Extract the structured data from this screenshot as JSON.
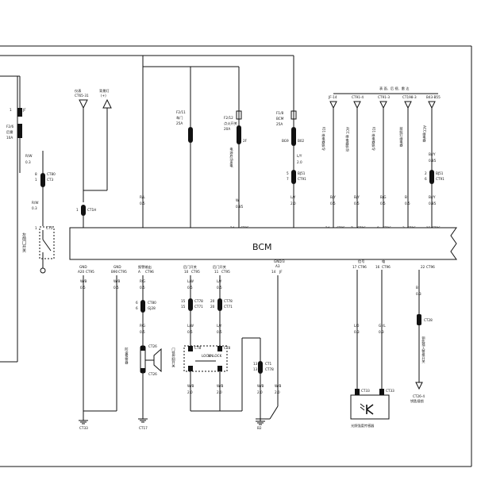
{
  "bcm": {
    "title": "BCM"
  },
  "left_sw": {
    "fuse_pin": "1",
    "fuse_ct": "JF",
    "fuse_id": "F2/6",
    "fuse_name": "后雾",
    "fuse_amp": "10A",
    "w1": "R/W",
    "w1s": "0.3",
    "conn_top": "8",
    "conn_ct": "CT80",
    "conn_bot": "1",
    "conn_ct2": "CT3",
    "w2": "R/W",
    "w2s": "0.3",
    "sw_pin": "1",
    "sw_ct": "CT5",
    "sw_name": "左前门开关"
  },
  "col_a": {
    "label_top": "仪表",
    "label_ct": "CT65-31",
    "ptr_pin": "1",
    "ptr_ct": "CT1H",
    "fuse_name": "背景灯",
    "fuse_sub": "(+)",
    "pin": "A5",
    "pin_name": "BCTF",
    "w": "R/L",
    "ws": "0.5",
    "pin2": "A18",
    "pin2_name": "IG1"
  },
  "col_b": {
    "fuse_id": "F2/11",
    "fuse_name": "车门",
    "fuse_amp": "25A",
    "pin": "A1",
    "pin_name": "B"
  },
  "col_c": {
    "fuse_id": "F2/12",
    "fuse_name": "点火开关",
    "fuse_amp": "20A",
    "pin_ct": "2F",
    "label": "电源启动发电",
    "w": "W",
    "ws": "0.85",
    "pin": "24",
    "pin_ct2": "CT95",
    "pin_name": "启动电源"
  },
  "col_d": {
    "fuse_id": "F1/8",
    "fuse_name": "BCM",
    "fuse_amp": "25A",
    "pin_ct": "BG9",
    "pin_ct2": "B02",
    "w": "L/Y",
    "ws": "2.0",
    "conn_top": "5",
    "conn_ct": "BJ51",
    "conn_bot": "7",
    "conn_ct2": "CT91",
    "w2": "L/Y",
    "w2s": "2.0",
    "pin": "A4",
    "pin_name": "BAT"
  },
  "right_top": {
    "header": "表 面、后 视、雷 达",
    "c1_ct": "JF-14",
    "c1_name": "IG1 继电器驱动",
    "c1_w": "B/Y",
    "c1_ws": "0.5",
    "c1_pin": "24",
    "c1_pct": "CT95",
    "c1_pn": "电子钥匙",
    "c2_ct": "CT91-4",
    "c2_name": "ACC 继电器驱动",
    "c2_w": "B/Y",
    "c2_ws": "0.5",
    "c2_pin": "7",
    "c2_pct": "CT96",
    "c2_pn": "阳光报警",
    "c3_ct": "CT91-3",
    "c3_name": "IG1 继电器驱动",
    "c3_w": "B/G",
    "c3_ws": "0.5",
    "c3_pin": "8",
    "c3_pct": "CT96",
    "c3_pn": "阳光报警",
    "c4_ct": "CT198-3",
    "c4_name": "前照灯继电器",
    "c4_w": "B",
    "c4_ws": "0.5",
    "c4_pin": "3",
    "c4_pct": "CT96",
    "c4_pn": "阳光报警",
    "c5_ct": "B43-B55",
    "c5_name": "ACC继电器",
    "c5_w": "Br/Y",
    "c5_ws": "0.85",
    "c5_conn_top": "2",
    "c5_conn_ct": "BJ51",
    "c5_conn_bot": "6",
    "c5_conn_ct2": "CT91",
    "c5_w2": "Br/Y",
    "c5_w2s": "0.85",
    "c5_pin": "15",
    "c5_pct": "CT96",
    "c5_pn": "阳光报警"
  },
  "bottom": {
    "g1_pin": "A20",
    "g1_ct": "CT95",
    "g1_pn": "GND",
    "g1_w": "W/B",
    "g1_ws": "0.5",
    "g2_pin": "B90",
    "g2_ct": "CT95",
    "g2_pn": "GND",
    "g2_w": "W/B",
    "g2_ws": "0.5",
    "gnd1": "CT33",
    "h_pin": "A",
    "h_ct": "CT96",
    "h_pn": "报警输出",
    "h_w": "P/G",
    "h_ws": "0.5",
    "h_conn_top": "6",
    "h_conn_ct": "CT80",
    "h_conn_bot": "6",
    "h_conn_ct2": "GJ28",
    "h_w2": "P/G",
    "h_w2s": "0.5",
    "h_name": "防盗报警器",
    "h_ct_top": "CT26",
    "h_ct_bot": "CT26",
    "gnd2": "CT17",
    "d1_pin": "10",
    "d1_ct": "CT95",
    "d1_pn": "后门开关",
    "d1_w": "L/W",
    "d1_ws": "0.5",
    "d1_conn_top": "15",
    "d1_conn_ct": "CT78",
    "d1_conn_bot": "15",
    "d1_conn_ct2": "CT71",
    "d1_w2": "L/W",
    "d1_w2s": "0.5",
    "d2_pin": "11",
    "d2_ct": "CT95",
    "d2_pn": "后门开关",
    "d2_w": "L/Y",
    "d2_ws": "0.5",
    "d2_conn_top": "20",
    "d2_conn_ct": "CT78",
    "d2_conn_bot": "20",
    "d2_conn_ct2": "CT71",
    "d2_w2": "L/Y",
    "d2_w2s": "0.5",
    "dl_name": "门锁控制开关",
    "dl_ct_a": "CT8",
    "dl_ct_b": "CT8",
    "dl_lock": "LOCK",
    "dl_unlock": "UNLOCK",
    "dl_w1": "W/B",
    "dl_w1s": "2.0",
    "dl_w2": "W/B",
    "dl_w2s": "2.0",
    "g3_pin": "14",
    "g3_ct": "JF",
    "g3_pn": "GND/3",
    "g3_pn2": "A3",
    "g3_conn_top": "13",
    "g3_conn_ct": "CT1",
    "g3_conn_bot": "13",
    "g3_conn_ct2": "CT78",
    "g3_w": "W/B",
    "g3_ws": "2.0",
    "g3_w2": "W/B",
    "g3_w2s": "2.0",
    "gnd3": "B2",
    "s_pin1": "17",
    "s_ct1": "CT96",
    "s_pn1": "信号",
    "s_pin2": "16",
    "s_ct2": "CT96",
    "s_pn2": "电",
    "s_w1": "L/0",
    "s_w1s": "0.3",
    "s_w2": "Gr/L",
    "s_w2s": "0.3",
    "s_ct_a": "CT33",
    "s_ct_b": "CT33",
    "s_name": "光照强度传感器",
    "k_pin": "22",
    "k_ct": "CT96",
    "k_w": "B",
    "k_ws": "0.3",
    "k_ct2": "CT28",
    "k_name": "钥匙插入警报开关",
    "k_bot": "CT26-4",
    "k_bot2": "钥匙插锁"
  }
}
